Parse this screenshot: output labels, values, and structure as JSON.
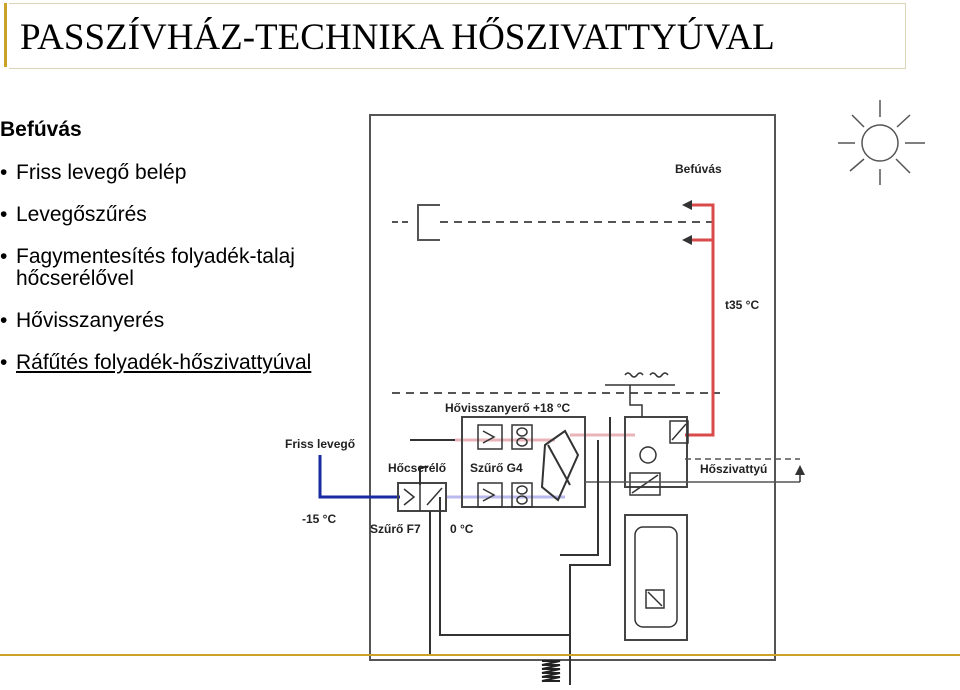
{
  "title": "PASSZÍVHÁZ-TECHNIKA HŐSZIVATTYÚVAL",
  "heading": "Befúvás",
  "bullets": [
    "Friss levegő belép",
    "Levegőszűrés",
    "Fagymentesítés folyadék-talaj hőcserélővel",
    "Hővisszanyerés",
    "Ráfűtés folyadék-hőszivattyúval"
  ],
  "diagram_labels": {
    "befuvas": "Befúvás",
    "temp_out": "t35 °C",
    "hovisszanyero": "Hővisszanyerő +18 °C",
    "friss_levego": "Friss levegő",
    "hocserelo": "Hőcserélő",
    "szuro_g4": "Szűrő G4",
    "hoszivattyu": "Hőszivattyú",
    "temp_minus": "-15 °C",
    "szuro_f7": "Szűrő F7",
    "temp_zero": "0 °C"
  },
  "colors": {
    "accent": "#c9a227",
    "supply_air": "#d94a4a",
    "fresh_air": "#1a2aa0",
    "recovery_air": "#e8b4b8",
    "filtered_air": "#b9b9ee"
  },
  "icons": [
    "sun-icon",
    "fan-icon",
    "heat-exchanger-icon",
    "radiator-icon",
    "ground-coil-icon"
  ]
}
